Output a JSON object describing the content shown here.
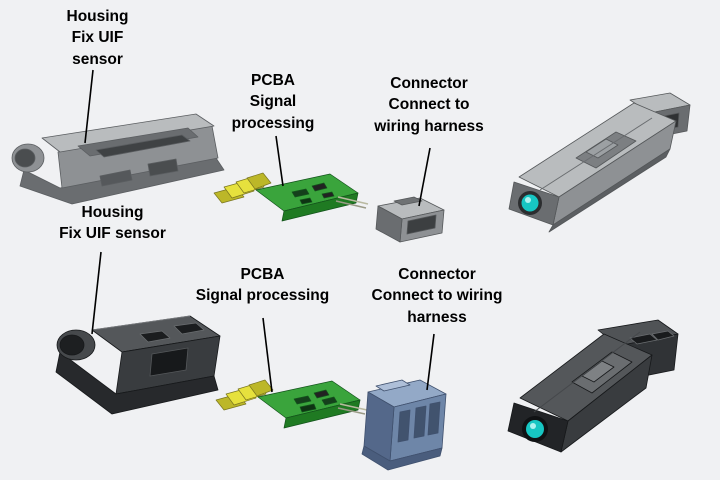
{
  "page": {
    "background": "#f0f1f3"
  },
  "colors": {
    "page-bg": "#f0f1f3",
    "label-text": "#000000",
    "leader-line": "#000000",
    "gray-light": "#b9bcbe",
    "gray-mid": "#8e9194",
    "gray-dark": "#6a6d70",
    "dark-top": "#54575a",
    "dark-mid": "#393c3f",
    "dark-deep": "#27292c",
    "green-light": "#3aa43c",
    "green-dark": "#1f7a22",
    "yellow": "#e6e13d",
    "yellow-dark": "#bcb728",
    "blue-light": "#93a9c7",
    "blue-mid": "#6e86a8",
    "blue-dark": "#54688a",
    "teal": "#17c6c3"
  },
  "variant_a": {
    "labels": {
      "housing": "Housing\nFix UIF\nsensor",
      "pcba": "PCBA\nSignal\nprocessing",
      "connector": "Connector\nConnect to\nwiring harness"
    }
  },
  "variant_b": {
    "labels": {
      "housing": "Housing\nFix UIF sensor",
      "pcba": "PCBA\nSignal processing",
      "connector": "Connector\nConnect to wiring\nharness"
    }
  }
}
